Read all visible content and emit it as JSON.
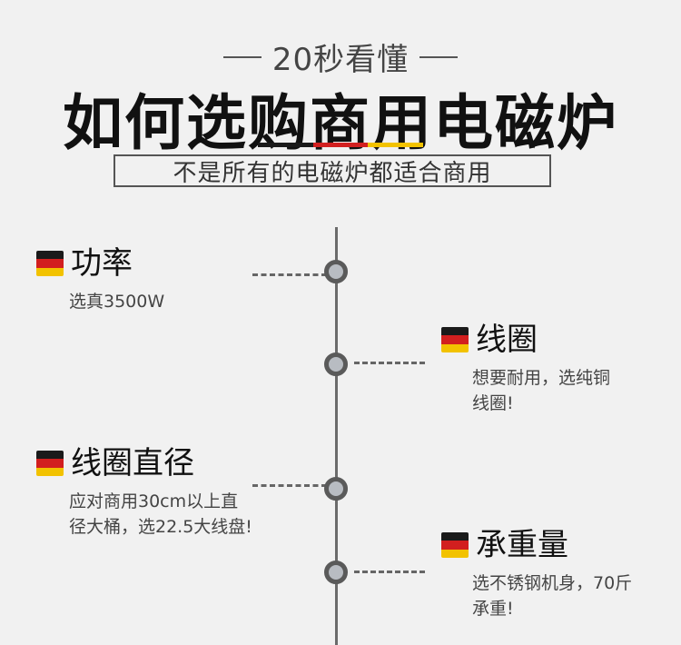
{
  "header": {
    "eyebrow": "20秒看懂",
    "title": "如何选购商用电磁炉",
    "subtitle": "不是所有的电磁炉都适合商用"
  },
  "colors": {
    "flag_black": "#1a1a1a",
    "flag_red": "#d21f1f",
    "flag_gold": "#f2c200",
    "line": "#6b6b6b",
    "node_fill": "#b8bcc2"
  },
  "items": [
    {
      "name": "功率",
      "desc_lines": [
        "选真3500W"
      ]
    },
    {
      "name": "线圈",
      "desc_lines": [
        "想要耐用，选纯铜",
        "线圈!"
      ]
    },
    {
      "name": "线圈直径",
      "desc_lines": [
        "应对商用30cm以上直",
        "径大桶，选22.5大线盘!"
      ]
    },
    {
      "name": "承重量",
      "desc_lines": [
        "选不锈钢机身，70斤",
        "承重!"
      ]
    }
  ]
}
